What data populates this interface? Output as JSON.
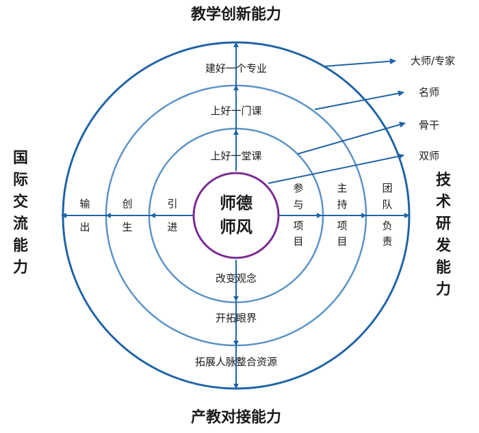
{
  "titles": {
    "top": "教学创新能力",
    "bottom": "产教对接能力",
    "left": [
      "国",
      "际",
      "交",
      "流",
      "能",
      "力"
    ],
    "right": [
      "技",
      "术",
      "研",
      "发",
      "能",
      "力"
    ]
  },
  "center": {
    "line1": "师德",
    "line2": "师风"
  },
  "top_axis": {
    "outer": "建好一个专业",
    "middle": "上好一门课",
    "inner": "上好一堂课"
  },
  "bottom_axis": {
    "inner": "改变观念",
    "middle": "开拓眼界",
    "outer": "拓展人脉整合资源"
  },
  "left_axis": {
    "outer": [
      "输",
      "出"
    ],
    "middle": [
      "创",
      "生"
    ],
    "inner": [
      "引",
      "进"
    ]
  },
  "right_axis": {
    "inner": [
      "参",
      "与",
      "项",
      "目"
    ],
    "middle": [
      "主",
      "持",
      "项",
      "目"
    ],
    "outer": [
      "团",
      "队",
      "负",
      "责"
    ]
  },
  "roles": {
    "master": "大师/专家",
    "famous": "名师",
    "backbone": "骨干",
    "dual": "双师"
  },
  "colors": {
    "outer_ring": "#1f63a6",
    "inner_rings": "#5b93c6",
    "center_ring": "#7a2a90",
    "arrows": "#1f63a6"
  }
}
